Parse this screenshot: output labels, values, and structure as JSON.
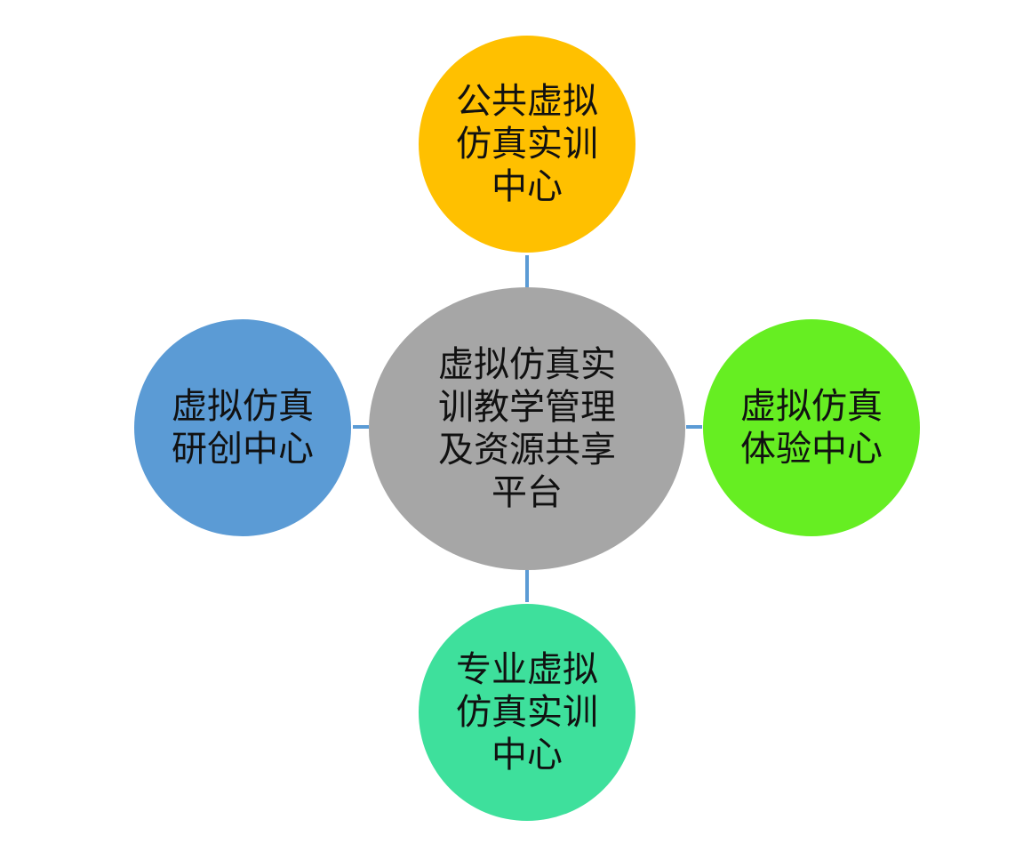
{
  "diagram": {
    "center": {
      "lines": [
        "虚拟仿真实",
        "训教学管理",
        "及资源共享",
        "平台"
      ],
      "color": "#a6a6a6"
    },
    "top": {
      "lines": [
        "公共虚拟",
        "仿真实训",
        "中心"
      ],
      "color": "#ffc000"
    },
    "left": {
      "lines": [
        "虚拟仿真",
        "研创中心"
      ],
      "color": "#5b9bd5"
    },
    "right": {
      "lines": [
        "虚拟仿真",
        "体验中心"
      ],
      "color": "#66ee22"
    },
    "bottom": {
      "lines": [
        "专业虚拟",
        "仿真实训",
        "中心"
      ],
      "color": "#3ee09c"
    },
    "connector_color": "#5b9bd5"
  }
}
